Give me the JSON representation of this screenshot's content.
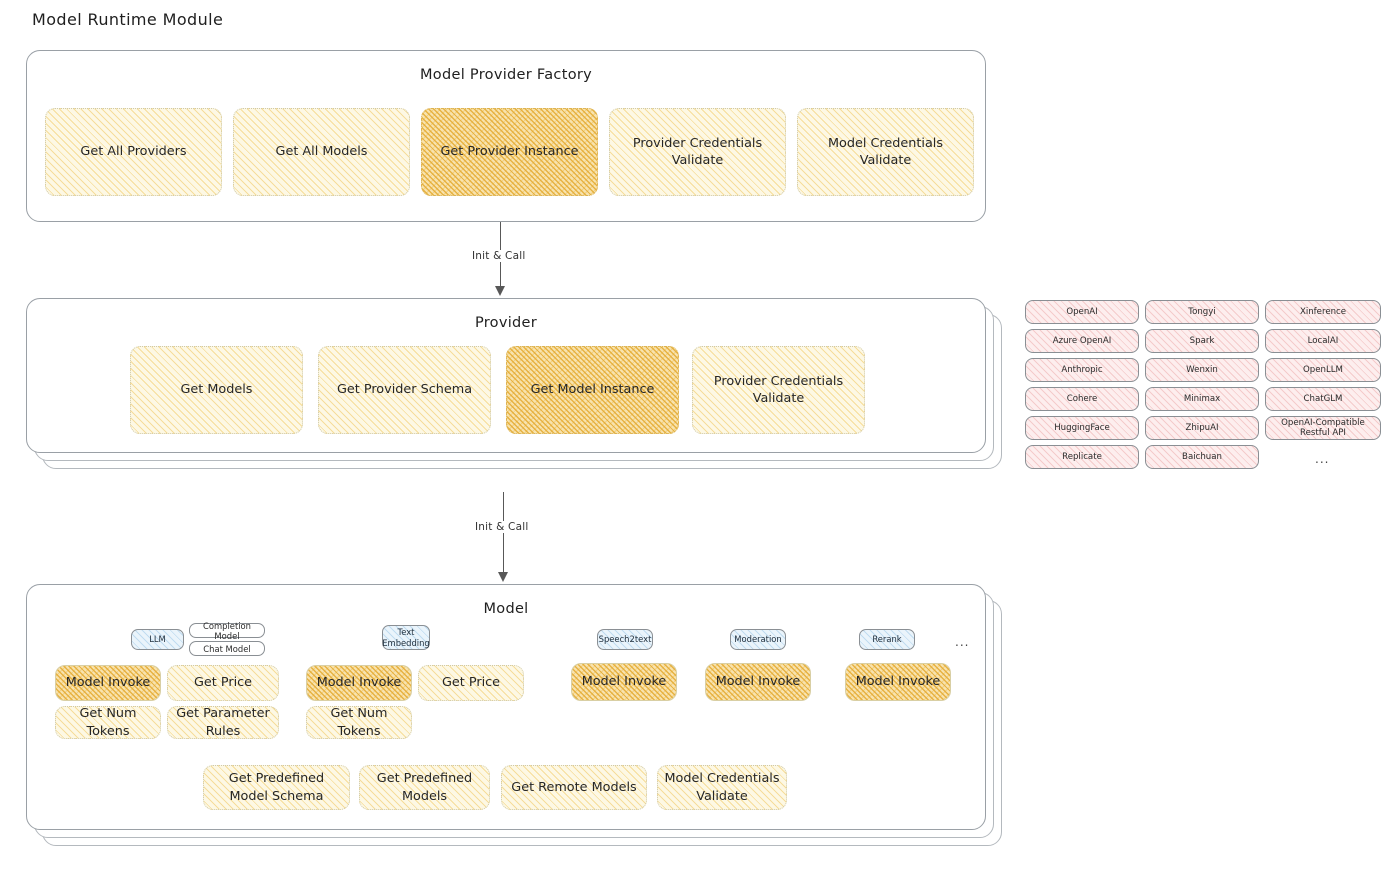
{
  "page": {
    "title": "Model Runtime Module"
  },
  "factory": {
    "title": "Model Provider Factory",
    "boxes": [
      {
        "label": "Get All Providers",
        "highlighted": false
      },
      {
        "label": "Get All Models",
        "highlighted": false
      },
      {
        "label": "Get Provider Instance",
        "highlighted": true
      },
      {
        "label": "Provider Credentials Validate",
        "highlighted": false
      },
      {
        "label": "Model Credentials Validate",
        "highlighted": false
      }
    ]
  },
  "arrows": {
    "factory_to_provider": "Init & Call",
    "provider_to_model": "Init & Call"
  },
  "provider": {
    "title": "Provider",
    "boxes": [
      {
        "label": "Get Models",
        "highlighted": false
      },
      {
        "label": "Get Provider Schema",
        "highlighted": false
      },
      {
        "label": "Get Model Instance",
        "highlighted": true
      },
      {
        "label": "Provider Credentials Validate",
        "highlighted": false
      }
    ]
  },
  "provider_list": {
    "columns": [
      [
        "OpenAI",
        "Azure OpenAI",
        "Anthropic",
        "Cohere",
        "HuggingFace",
        "Replicate"
      ],
      [
        "Tongyi",
        "Spark",
        "Wenxin",
        "Minimax",
        "ZhipuAI",
        "Baichuan"
      ],
      [
        "Xinference",
        "LocalAI",
        "OpenLLM",
        "ChatGLM",
        "OpenAI-Compatible Restful API"
      ]
    ],
    "more": "..."
  },
  "model": {
    "title": "Model",
    "more": "...",
    "groups": [
      {
        "type_chip": "LLM",
        "sub_chips": [
          "Completion Model",
          "Chat Model"
        ],
        "methods": [
          {
            "label": "Model Invoke",
            "highlighted": true
          },
          {
            "label": "Get Price",
            "highlighted": false
          },
          {
            "label": "Get Num Tokens",
            "highlighted": false
          },
          {
            "label": "Get Parameter Rules",
            "highlighted": false
          }
        ]
      },
      {
        "type_chip": "Text Embedding",
        "sub_chips": [],
        "methods": [
          {
            "label": "Model Invoke",
            "highlighted": true
          },
          {
            "label": "Get Price",
            "highlighted": false
          },
          {
            "label": "Get Num Tokens",
            "highlighted": false
          }
        ]
      },
      {
        "type_chip": "Speech2text",
        "sub_chips": [],
        "methods": [
          {
            "label": "Model Invoke",
            "highlighted": true
          }
        ]
      },
      {
        "type_chip": "Moderation",
        "sub_chips": [],
        "methods": [
          {
            "label": "Model Invoke",
            "highlighted": true
          }
        ]
      },
      {
        "type_chip": "Rerank",
        "sub_chips": [],
        "methods": [
          {
            "label": "Model Invoke",
            "highlighted": true
          }
        ]
      }
    ],
    "shared_methods": [
      "Get Predefined Model Schema",
      "Get Predefined Models",
      "Get Remote Models",
      "Model Credentials Validate"
    ]
  },
  "colors": {
    "box_fill": "#fdf8e4",
    "box_fill_highlight": "#f8e3ae",
    "chip_pink": "#fdeeee",
    "chip_blue": "#eaf4fb",
    "panel_border": "#9aa0a6"
  }
}
